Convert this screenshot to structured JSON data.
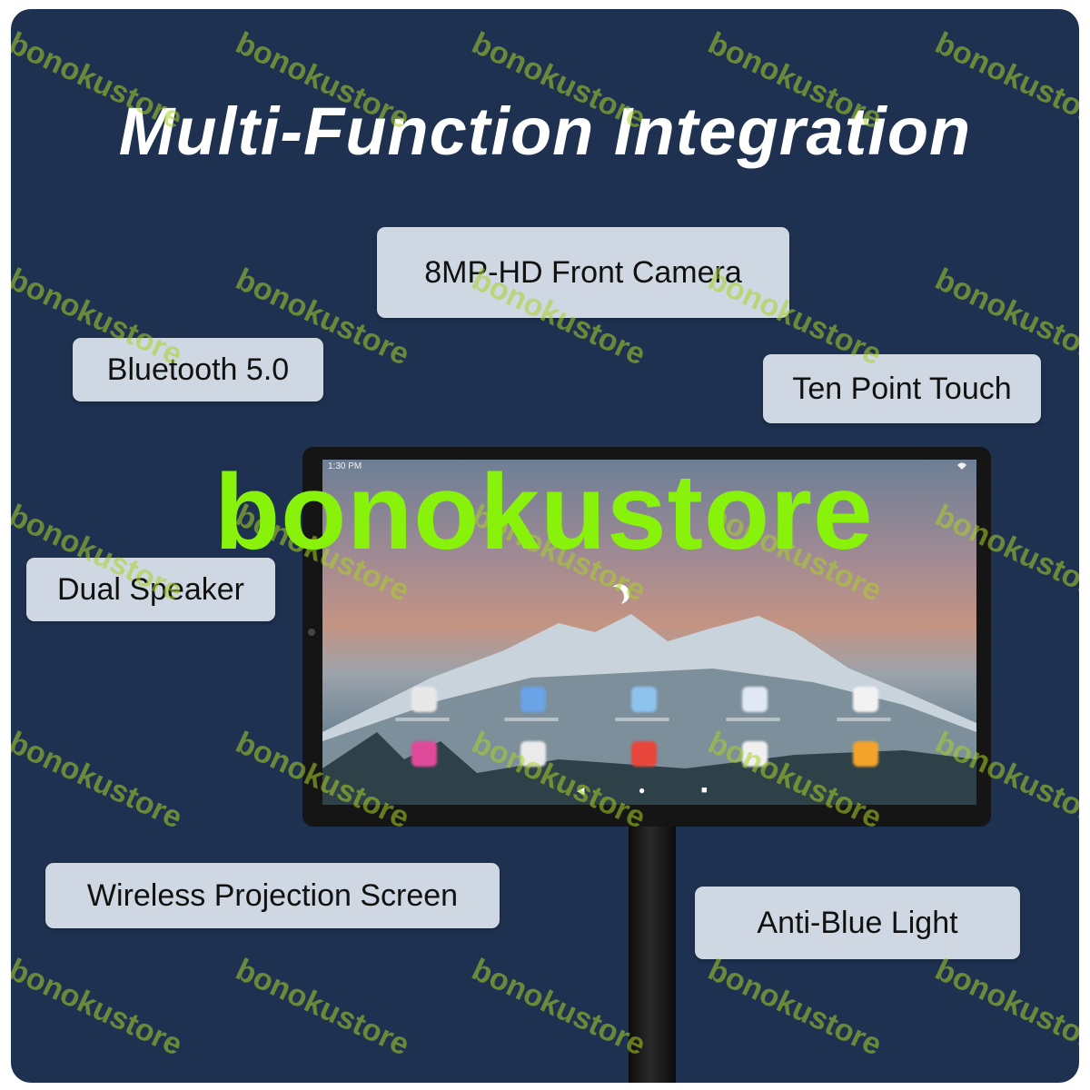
{
  "title": "Multi-Function Integration",
  "features": {
    "camera": "8MP-HD Front Camera",
    "bluetooth": "Bluetooth 5.0",
    "touch": "Ten Point Touch",
    "speaker": "Dual Speaker",
    "projection": "Wireless Projection Screen",
    "anti_blue": "Anti-Blue Light"
  },
  "screen": {
    "status_time": "1:30 PM",
    "nav_back": "◀",
    "nav_home": "●",
    "nav_recents": "■"
  },
  "watermark": {
    "main": "bonokustore",
    "tile": "bonokustore"
  },
  "colors": {
    "panel": "#1e3150",
    "chip": "#cfd8e2",
    "watermark_main": "#88f20a"
  },
  "icons": [
    "wifi-icon",
    "settings-gear-icon",
    "moon-icon"
  ]
}
